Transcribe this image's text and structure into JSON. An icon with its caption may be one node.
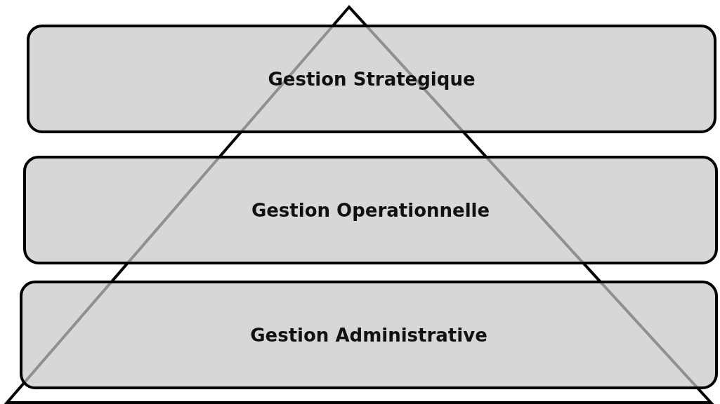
{
  "diagram": {
    "nodes": [
      {
        "text": [
          "Gestion Strategique"
        ]
      },
      {
        "text": [
          "Gestion Operationnelle"
        ]
      },
      {
        "text": [
          "Gestion Administrative"
        ]
      }
    ]
  }
}
